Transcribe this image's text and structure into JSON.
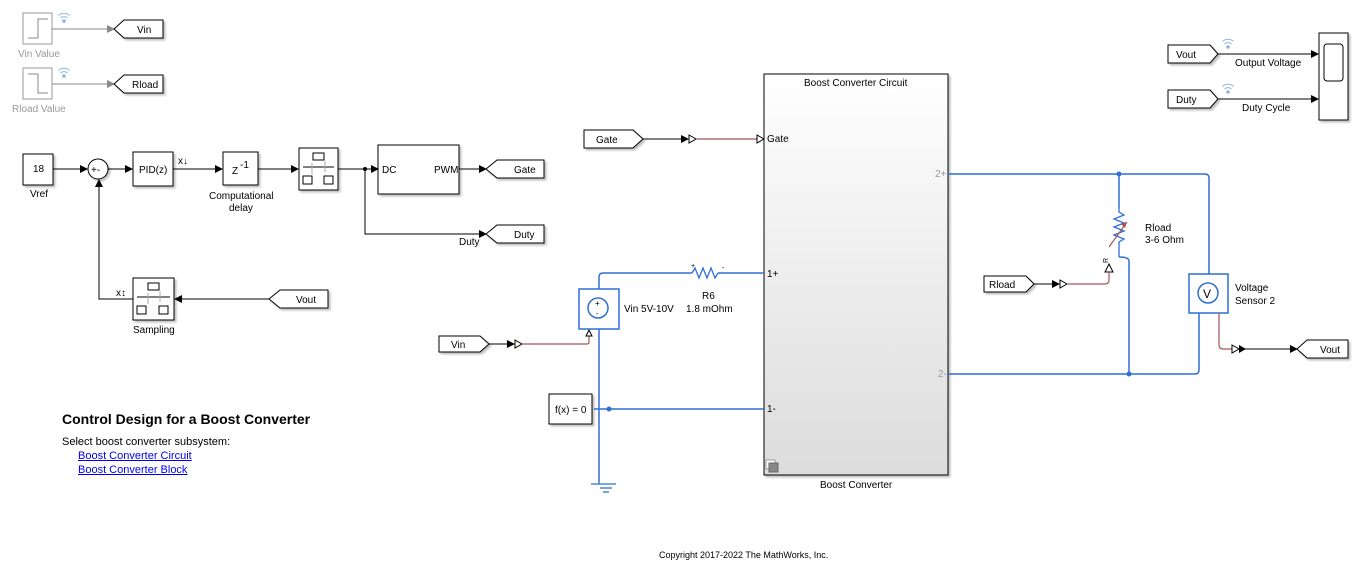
{
  "sources": {
    "vin_value": {
      "label": "Vin Value",
      "goto": "Vin"
    },
    "rload_value": {
      "label": "Rload Value",
      "goto": "Rload"
    }
  },
  "controller": {
    "vref": {
      "value": "18",
      "label": "Vref"
    },
    "sum_signs": "+-",
    "pid": {
      "text": "PID(z)"
    },
    "pid_annot": "x↓",
    "delay": {
      "text": "Z",
      "exp": "-1",
      "label_line1": "Computational",
      "label_line2": "delay"
    },
    "sampling": {
      "label": "Sampling",
      "annot": "x↕"
    },
    "pwm": {
      "in_port": "DC",
      "out_port": "PWM"
    },
    "goto_gate": "Gate",
    "goto_duty": "Duty",
    "duty_signal_label": "Duty",
    "from_vout": "Vout"
  },
  "circuit": {
    "from_gate": "Gate",
    "from_vin": "Vin",
    "from_rload": "Rload",
    "vsource": {
      "label": "Vin 5V-10V"
    },
    "r6": {
      "name": "R6",
      "value": "1.8 mOhm"
    },
    "solver": {
      "text": "f(x) = 0"
    },
    "subsystem": {
      "title": "Boost Converter Circuit",
      "name": "Boost Converter",
      "ports": {
        "gate": "Gate",
        "p1plus": "1+",
        "p1minus": "1-",
        "p2plus": "2+",
        "p2minus": "2-"
      }
    },
    "rload": {
      "name": "Rload",
      "value": "3-6 Ohm",
      "port": "R"
    },
    "vsensor": {
      "line1": "Voltage",
      "line2": "Sensor 2",
      "glyph": "V"
    },
    "goto_vout": "Vout"
  },
  "scope": {
    "from_vout": "Vout",
    "from_duty": "Duty",
    "sig1": "Output Voltage",
    "sig2": "Duty Cycle"
  },
  "annotation": {
    "title": "Control Design for a Boost Converter",
    "subtitle": "Select boost converter subsystem:",
    "links": [
      "Boost Converter Circuit",
      "Boost Converter Block"
    ]
  },
  "copyright": "Copyright 2017-2022 The MathWorks, Inc."
}
